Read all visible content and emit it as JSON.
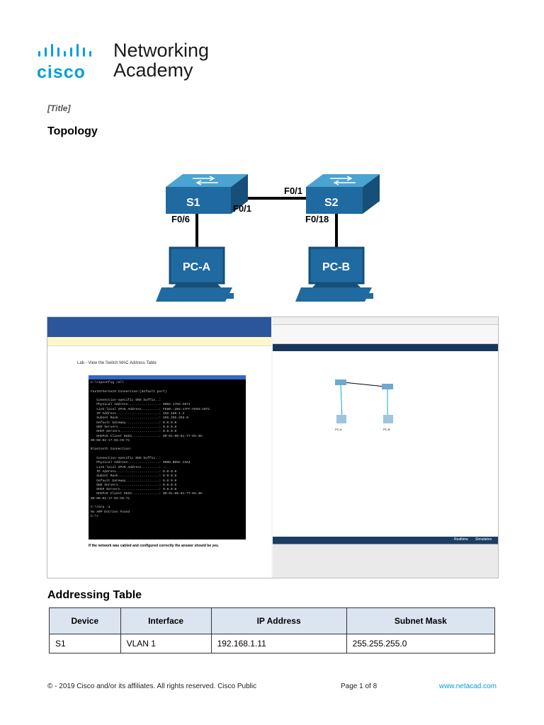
{
  "header": {
    "logo_wordmark": "cisco",
    "logo_line1": "Networking",
    "logo_line2": "Academy",
    "brand_color": "#049fd9"
  },
  "title_placeholder": "[Title]",
  "topology": {
    "heading": "Topology",
    "devices": {
      "s1": "S1",
      "s2": "S2",
      "pca": "PC-A",
      "pcb": "PC-B"
    },
    "ports": {
      "s1_pc": "F0/6",
      "s1_s2": "F0/1",
      "s2_s1": "F0/1",
      "s2_pc": "F0/18"
    }
  },
  "embedded_screenshot": {
    "doc_heading": "Lab - View the Switch MAC Address Table",
    "cmd_text": "C:\\>ipconfig /all\n\nFastEthernet0 Connection:(default port)\n\n   Connection-specific DNS Suffix..:\n   Physical Address................: 0002.1703.C071\n   Link-local IPv6 Address.........: FE80::202:17FF:FE03:C071\n   IP Address......................: 192.168.1.2\n   Subnet Mask.....................: 255.255.255.0\n   Default Gateway.................: 0.0.0.0\n   DNS Servers.....................: 0.0.0.0\n   DHCP Servers....................: 0.0.0.0\n   DHCPv6 Client DUID..............: 00-01-00-01-77-E5-3E-\n00-00-02-17-03-C0-71\n\nBluetooth Connection:\n\n   Connection-specific DNS Suffix..:\n   Physical Address................: 000D.BD5C.13A4\n   Link-local IPv6 Address.........: ::\n   IP Address......................: 0.0.0.0\n   Subnet Mask.....................: 0.0.0.0\n   Default Gateway.................: 0.0.0.0\n   DNS Servers.....................: 0.0.0.0\n   DHCP Servers....................: 0.0.0.0\n   DHCPv6 Client DUID..............: 00-01-00-01-77-E5-3E-\n00-00-02-17-03-C0-71\n\nC:\\>arp -a\nNo ARP Entries Found\nC:\\>",
    "doc_note": "If the network was cabled and configured correctly the answer should be yes.",
    "pt_labels": {
      "realtime": "Realtime",
      "simulation": "Simulation",
      "pca": "PC-A",
      "pcb": "PC-B"
    }
  },
  "addressing": {
    "heading": "Addressing Table",
    "columns": [
      "Device",
      "Interface",
      "IP Address",
      "Subnet Mask"
    ],
    "rows": [
      [
        "S1",
        "VLAN 1",
        "192.168.1.11",
        "255.255.255.0"
      ]
    ]
  },
  "footer": {
    "copyright": "© - 2019 Cisco and/or its affiliates. All rights reserved. Cisco Public",
    "page": "Page 1 of 8",
    "url": "www.netacad.com"
  }
}
